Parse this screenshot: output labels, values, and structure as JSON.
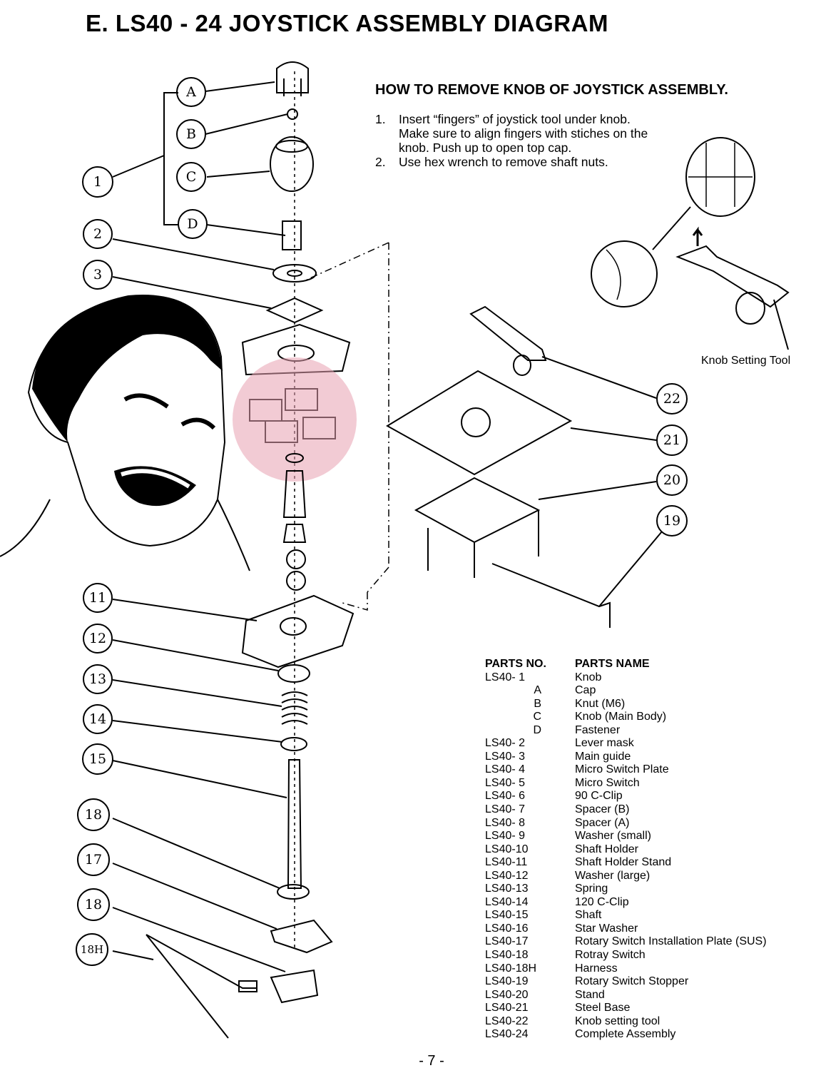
{
  "title": "E. LS40 - 24 JOYSTICK ASSEMBLY DIAGRAM",
  "instructions": {
    "heading": "HOW TO REMOVE KNOB OF JOYSTICK ASSEMBLY.",
    "steps": [
      {
        "num": "1.",
        "text": "Insert “fingers” of joystick tool under knob. Make sure to align fingers with stiches on the knob. Push up to open top cap."
      },
      {
        "num": "2.",
        "text": "Use hex wrench to remove shaft nuts."
      }
    ]
  },
  "tool_label": "Knob Setting Tool",
  "callouts": {
    "letters": [
      "A",
      "B",
      "C",
      "D"
    ],
    "numbers_left": [
      "1",
      "2",
      "3",
      "11",
      "12",
      "13",
      "14",
      "15",
      "18",
      "17",
      "18",
      "18H"
    ],
    "numbers_right": [
      "22",
      "21",
      "20",
      "19"
    ]
  },
  "parts_table": {
    "header_no": "PARTS NO.",
    "header_name": "PARTS NAME",
    "rows": [
      {
        "no": "LS40- 1",
        "name": "Knob",
        "sub": false
      },
      {
        "no": "A",
        "name": "Cap",
        "sub": true
      },
      {
        "no": "B",
        "name": "Knut (M6)",
        "sub": true
      },
      {
        "no": "C",
        "name": "Knob (Main Body)",
        "sub": true
      },
      {
        "no": "D",
        "name": "Fastener",
        "sub": true
      },
      {
        "no": "LS40- 2",
        "name": "Lever mask",
        "sub": false
      },
      {
        "no": "LS40- 3",
        "name": "Main guide",
        "sub": false
      },
      {
        "no": "LS40- 4",
        "name": "Micro Switch Plate",
        "sub": false
      },
      {
        "no": "LS40- 5",
        "name": "Micro Switch",
        "sub": false
      },
      {
        "no": "LS40- 6",
        "name": "90 C-Clip",
        "sub": false
      },
      {
        "no": "LS40- 7",
        "name": "Spacer (B)",
        "sub": false
      },
      {
        "no": "LS40- 8",
        "name": "Spacer (A)",
        "sub": false
      },
      {
        "no": "LS40- 9",
        "name": "Washer (small)",
        "sub": false
      },
      {
        "no": "LS40-10",
        "name": "Shaft Holder",
        "sub": false
      },
      {
        "no": "LS40-11",
        "name": "Shaft Holder Stand",
        "sub": false
      },
      {
        "no": "LS40-12",
        "name": "Washer (large)",
        "sub": false
      },
      {
        "no": "LS40-13",
        "name": "Spring",
        "sub": false
      },
      {
        "no": "LS40-14",
        "name": "120 C-Clip",
        "sub": false
      },
      {
        "no": "LS40-15",
        "name": "Shaft",
        "sub": false
      },
      {
        "no": "LS40-16",
        "name": "Star Washer",
        "sub": false
      },
      {
        "no": "LS40-17",
        "name": "Rotary Switch Installation Plate (SUS)",
        "sub": false
      },
      {
        "no": "LS40-18",
        "name": "Rotray Switch",
        "sub": false
      },
      {
        "no": "LS40-18H",
        "name": "Harness",
        "sub": false
      },
      {
        "no": "LS40-19",
        "name": "Rotary Switch Stopper",
        "sub": false
      },
      {
        "no": "LS40-20",
        "name": "Stand",
        "sub": false
      },
      {
        "no": "LS40-21",
        "name": "Steel Base",
        "sub": false
      },
      {
        "no": "LS40-22",
        "name": "Knob setting tool",
        "sub": false
      },
      {
        "no": "LS40-24",
        "name": "Complete Assembly",
        "sub": false
      }
    ]
  },
  "page_number": "- 7 -",
  "colors": {
    "highlight": "#e8a0b0",
    "ink": "#000000"
  },
  "overlay": {
    "name": "meme-face-illustration"
  }
}
